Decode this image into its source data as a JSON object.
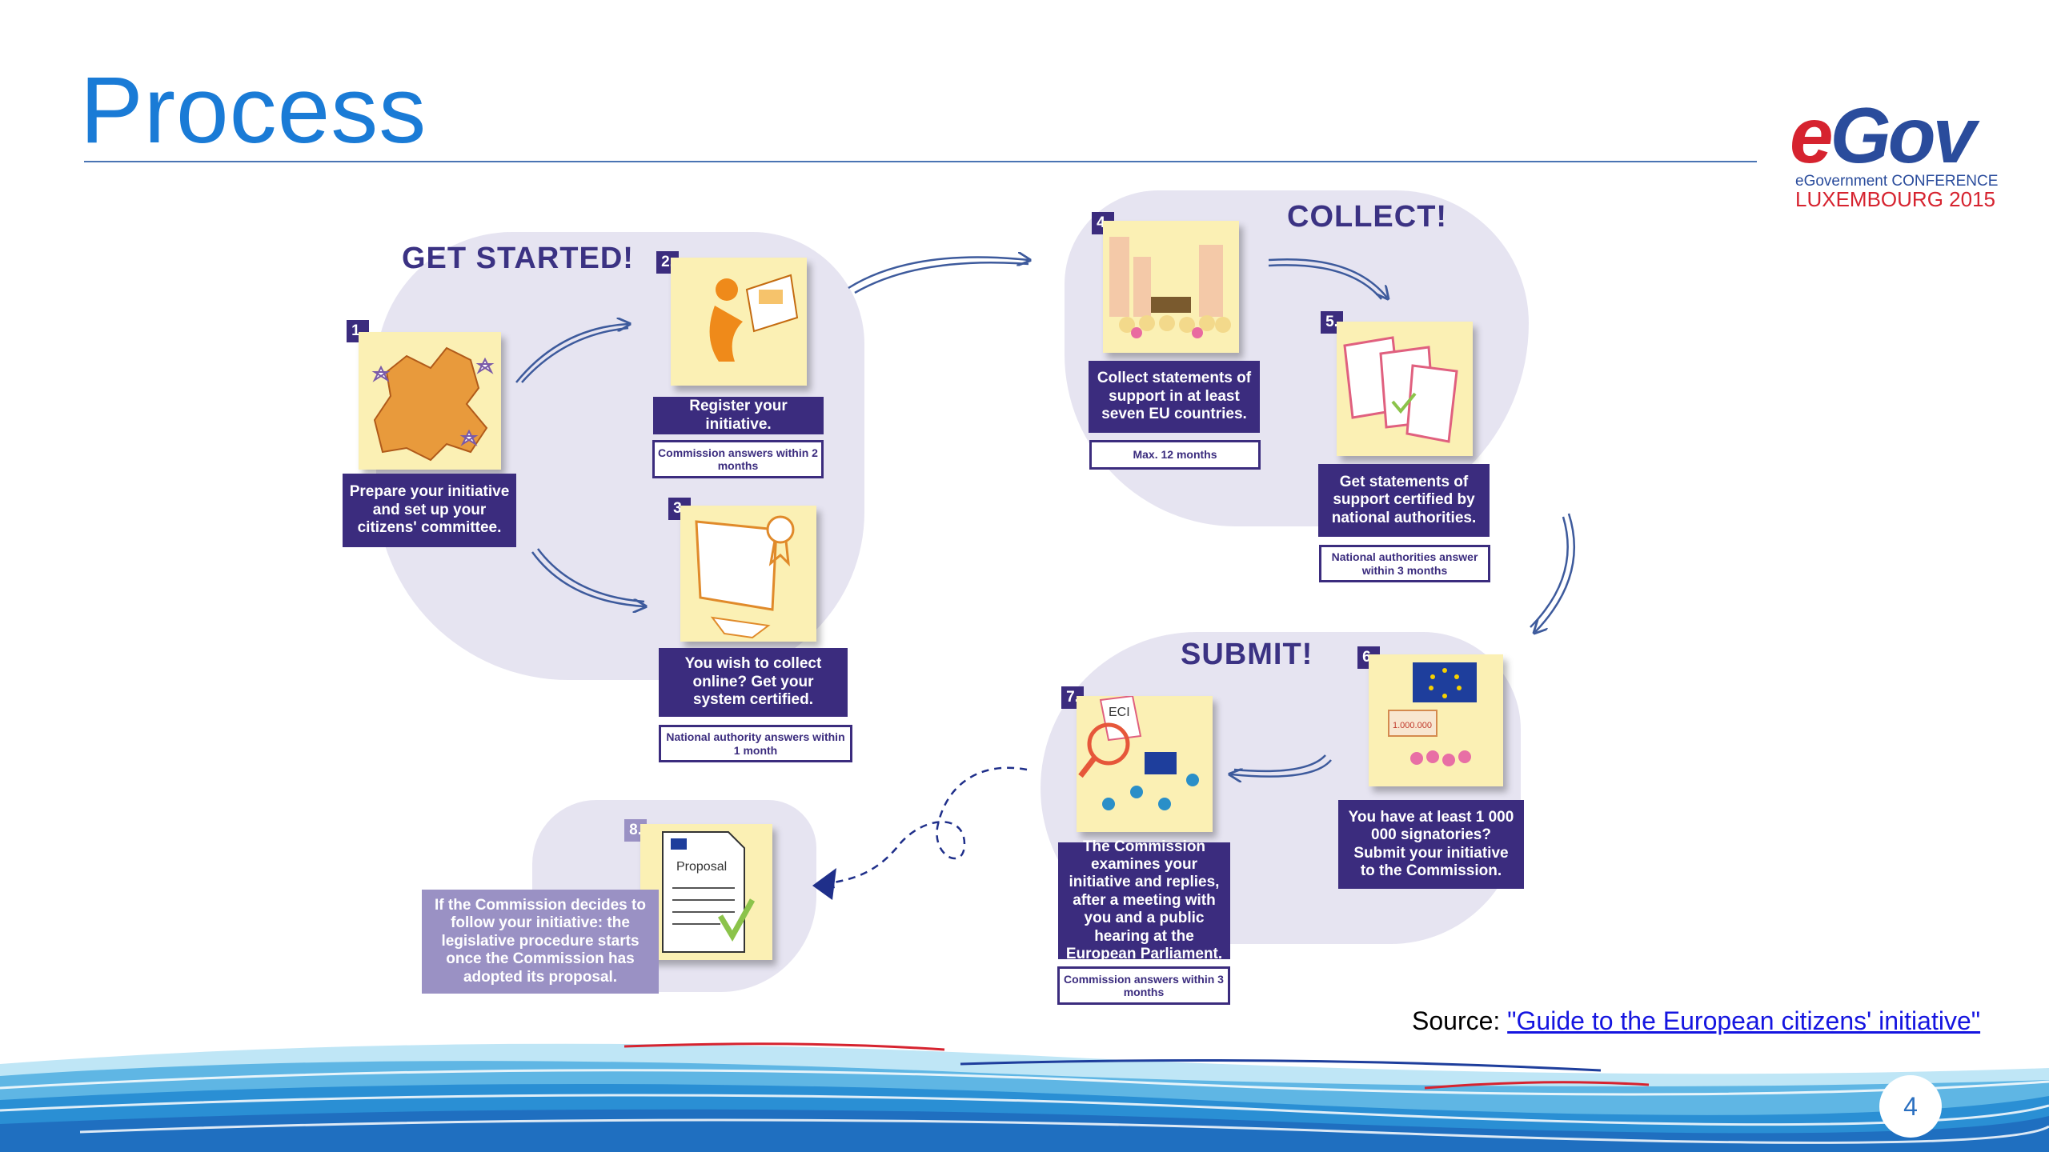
{
  "slide": {
    "title": "Process",
    "page_number": "4"
  },
  "logo": {
    "main_e": "e",
    "main_rest": "Gov",
    "subtitle": "eGovernment CONFERENCE",
    "city": "LUXEMBOURG 2015"
  },
  "source": {
    "label": "Source: ",
    "link_text": "\"Guide to the European citizens' initiative\""
  },
  "phases": {
    "get_started": "GET STARTED!",
    "collect": "COLLECT!",
    "submit": "SUBMIT!"
  },
  "steps": [
    {
      "num": "1.",
      "text": "Prepare your initiative and set up your citizens' committee.",
      "note": ""
    },
    {
      "num": "2.",
      "text": "Register your initiative.",
      "note": "Commission answers within 2 months"
    },
    {
      "num": "3.",
      "text": "You wish to collect online? Get your system certified.",
      "note": "National authority answers within 1 month"
    },
    {
      "num": "4.",
      "text": "Collect statements of support in at least seven EU countries.",
      "note": "Max. 12 months"
    },
    {
      "num": "5.",
      "text": "Get statements of support certified by national authorities.",
      "note": "National authorities answer within 3 months"
    },
    {
      "num": "6.",
      "text": "You have at least 1 000 000 signatories? Submit your initiative to the Commission.",
      "note": ""
    },
    {
      "num": "7.",
      "text": "The Commission examines your initiative and replies, after a meeting with you and a public hearing at the European Parliament.",
      "note": "Commission answers within 3 months"
    },
    {
      "num": "8.",
      "text": "If the Commission decides to follow your initiative: the legislative procedure starts once the Commission has adopted its proposal.",
      "note": ""
    }
  ],
  "illustrations": {
    "proposal_label": "Proposal",
    "eci_label": "ECI",
    "count_label": "1.000.000"
  },
  "colors": {
    "accent": "#1a7bd6",
    "dark_purple": "#3b2c7e",
    "light_purple": "#9a91c4",
    "blob": "#e6e4f1",
    "note_yellow": "#fbf0b4",
    "logo_red": "#d6232f",
    "logo_blue": "#2a4c9c"
  }
}
